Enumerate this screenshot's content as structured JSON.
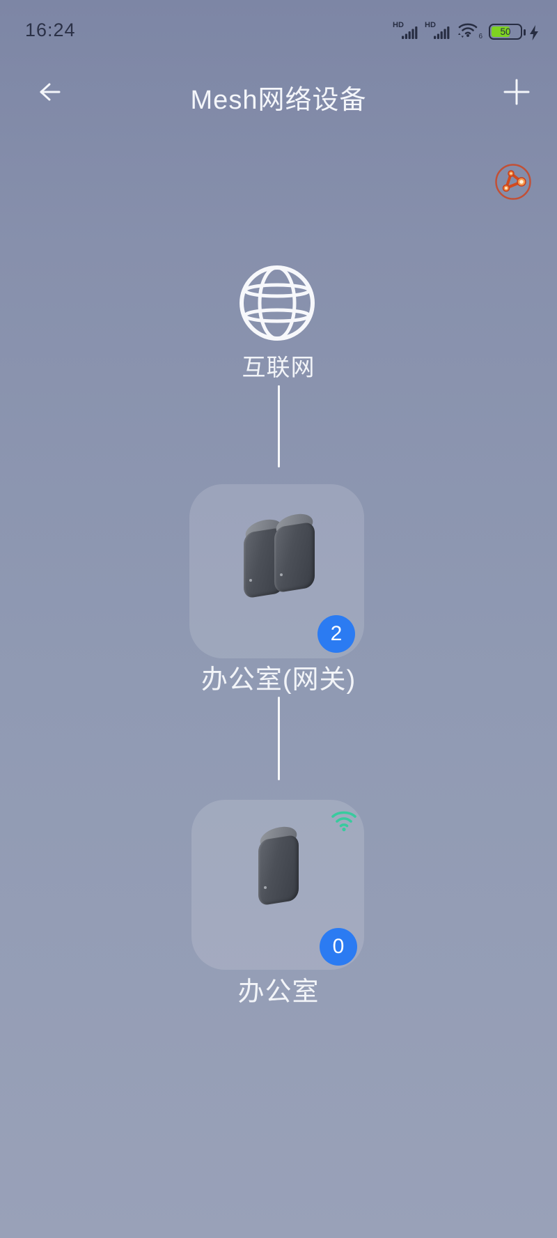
{
  "status_bar": {
    "time": "16:24",
    "sim1": {
      "label": "HD"
    },
    "sim2": {
      "label": "HD"
    },
    "wifi": {
      "standard": "6"
    },
    "battery": {
      "percent": "50",
      "fill_color": "#7ed321",
      "charging": true
    }
  },
  "nav": {
    "title": "Mesh网络设备",
    "back_icon": "arrow-left",
    "add_icon": "plus"
  },
  "topology": {
    "internet": {
      "label": "互联网",
      "icon": "globe-icon"
    },
    "nodes": [
      {
        "name": "办公室(网关)",
        "badge": "2",
        "devices": 2,
        "wifi_indicator": false
      },
      {
        "name": "办公室",
        "badge": "0",
        "devices": 1,
        "wifi_indicator": true
      }
    ],
    "colors": {
      "badge": "#2b7bf2",
      "wifi_indicator": "#38cb9e",
      "mesh_indicator": "#d14a1f",
      "connector": "#ffffff",
      "background_top": "#7d86a5",
      "background_bottom": "#99a1b8"
    },
    "mesh_indicator_icon": "mesh-network-icon"
  }
}
